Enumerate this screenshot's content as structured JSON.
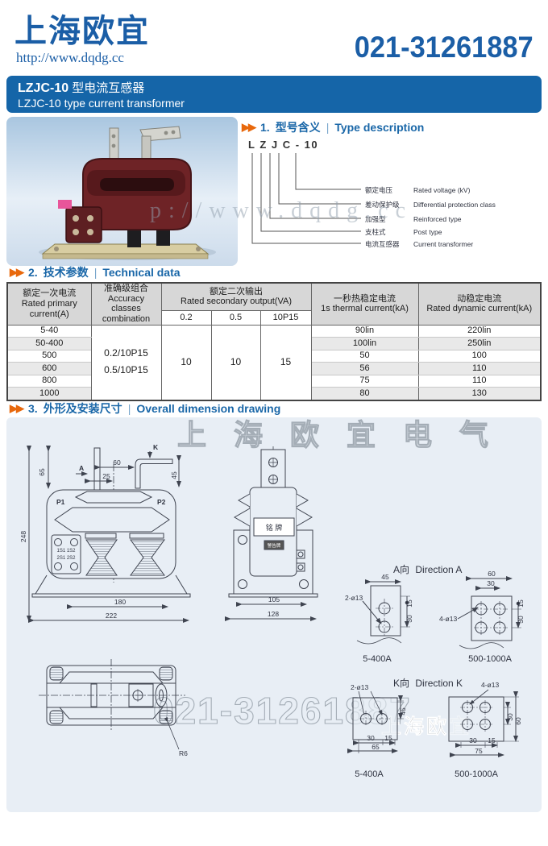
{
  "header": {
    "logo": "上海欧宜",
    "url": "http://www.dqdg.cc",
    "phone": "021-31261887"
  },
  "title_bar": {
    "model": "LZJC-10",
    "cn": "型电流互感器",
    "en": "LZJC-10 type current transformer"
  },
  "icons": {
    "section_arrows": "▶▶"
  },
  "sections": {
    "s1": {
      "num": "1.",
      "cn": "型号含义",
      "sep": "|",
      "en": "Type description"
    },
    "s2": {
      "num": "2.",
      "cn": "技术参数",
      "sep": "|",
      "en": "Technical data"
    },
    "s3": {
      "num": "3.",
      "cn": "外形及安装尺寸",
      "sep": "|",
      "en": "Overall dimension drawing"
    }
  },
  "type_description": {
    "code": "L Z J C - 10",
    "items": [
      {
        "cn": "额定电压",
        "en": "Rated voltage (kV)"
      },
      {
        "cn": "差动保护级",
        "en": "Differential protection class"
      },
      {
        "cn": "加强型",
        "en": "Reinforced type"
      },
      {
        "cn": "支柱式",
        "en": "Post type"
      },
      {
        "cn": "电流互感器",
        "en": "Current transformer"
      }
    ]
  },
  "table": {
    "headers": {
      "primary_cn": "额定一次电流",
      "primary_en1": "Rated primary",
      "primary_en2": "current(A)",
      "accuracy_cn": "准确级组合",
      "accuracy_en1": "Accuracy",
      "accuracy_en2": "classes",
      "accuracy_en3": "combination",
      "secondary_cn": "额定二次输出",
      "secondary_en": "Rated secondary output(VA)",
      "sub1": "0.2",
      "sub2": "0.5",
      "sub3": "10P15",
      "thermal_cn": "一秒热稳定电流",
      "thermal_en": "1s thermal current(kA)",
      "dynamic_cn": "动稳定电流",
      "dynamic_en": "Rated dynamic current(kA)"
    },
    "accuracy1": "0.2/10P15",
    "accuracy2": "0.5/10P15",
    "sec1": "10",
    "sec2": "10",
    "sec3": "15",
    "rows": [
      {
        "primary": "5-40",
        "thermal": "90lin",
        "dynamic": "220lin"
      },
      {
        "primary": "50-400",
        "thermal": "100lin",
        "dynamic": "250lin"
      },
      {
        "primary": "500",
        "thermal": "50",
        "dynamic": "100"
      },
      {
        "primary": "600",
        "thermal": "56",
        "dynamic": "110"
      },
      {
        "primary": "800",
        "thermal": "75",
        "dynamic": "110"
      },
      {
        "primary": "1000",
        "thermal": "80",
        "dynamic": "130"
      }
    ]
  },
  "drawing": {
    "front": {
      "a": "A",
      "k": "K",
      "p1": "P1",
      "p2": "P2",
      "t1": "1S1 1S2",
      "t2": "2S1 2S2",
      "d65": "65",
      "d60": "60",
      "d25": "25",
      "d45": "45",
      "d248": "248",
      "d180": "180",
      "d222": "222"
    },
    "side": {
      "nameplate": "铭 牌",
      "warn": "警告牌",
      "d105": "105",
      "d128": "128"
    },
    "dir_a": {
      "title": "A向",
      "title_en": "Direction A",
      "hole2": "2-ø13",
      "hole4": "4-ø13",
      "d45": "45",
      "d15": "15",
      "d30": "30",
      "d60": "60",
      "d30i": "30",
      "d15r": "15",
      "d30r": "30",
      "cap_small": "5-400A",
      "cap_large": "500-1000A"
    },
    "dir_k": {
      "title": "K向",
      "title_en": "Direction K",
      "hole2": "2-ø13",
      "hole4": "4-ø13",
      "d45": "45",
      "d30": "30",
      "d15": "15",
      "d65": "65",
      "d30r": "30",
      "d60r": "60",
      "d30b": "30",
      "d15b": "15",
      "d75": "75",
      "cap_small": "5-400A",
      "cap_large": "500-1000A"
    },
    "top_view": {
      "r6": "R6"
    }
  },
  "watermarks": {
    "url_mid": "p://www.dqdg.cc",
    "top": "上海欧宜电气",
    "phone": "021-31261887",
    "brand": "上海欧宜"
  }
}
